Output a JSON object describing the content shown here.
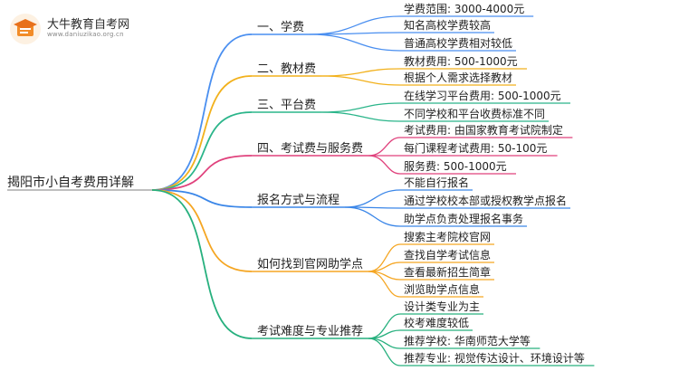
{
  "logo": {
    "name": "大牛教育自考网",
    "url": "www.daniuzikao.org.cn"
  },
  "root": {
    "label": "揭阳市小自考费用详解"
  },
  "branches": [
    {
      "label": "一、学费",
      "color": "#4a8ff0",
      "leaves": [
        "学费范围: 3000-4000元",
        "知名高校学费较高",
        "普通高校学费相对较低"
      ]
    },
    {
      "label": "二、教材费",
      "color": "#f2b11c",
      "leaves": [
        "教材费用: 500-1000元",
        "根据个人需求选择教材"
      ]
    },
    {
      "label": "三、平台费",
      "color": "#2bb58a",
      "leaves": [
        "在线学习平台费用: 500-1000元",
        "不同学校和平台收费标准不同"
      ]
    },
    {
      "label": "四、考试费与服务费",
      "color": "#e0417c",
      "leaves": [
        "考试费用: 由国家教育考试院制定",
        "每门课程考试费用: 50-100元",
        "服务费: 500-1000元"
      ]
    },
    {
      "label": "报名方式与流程",
      "color": "#3a86e8",
      "leaves": [
        "不能自行报名",
        "通过学校校本部或授权教学点报名",
        "助学点负责处理报名事务"
      ]
    },
    {
      "label": "如何找到官网助学点",
      "color": "#f5a623",
      "leaves": [
        "搜索主考院校官网",
        "查找自学考试信息",
        "查看最新招生简章",
        "浏览助学点信息"
      ]
    },
    {
      "label": "考试难度与专业推荐",
      "color": "#27b07e",
      "leaves": [
        "设计类专业为主",
        "校考难度较低",
        "推荐学校: 华南师范大学等",
        "推荐专业: 视觉传达设计、环境设计等"
      ]
    }
  ]
}
